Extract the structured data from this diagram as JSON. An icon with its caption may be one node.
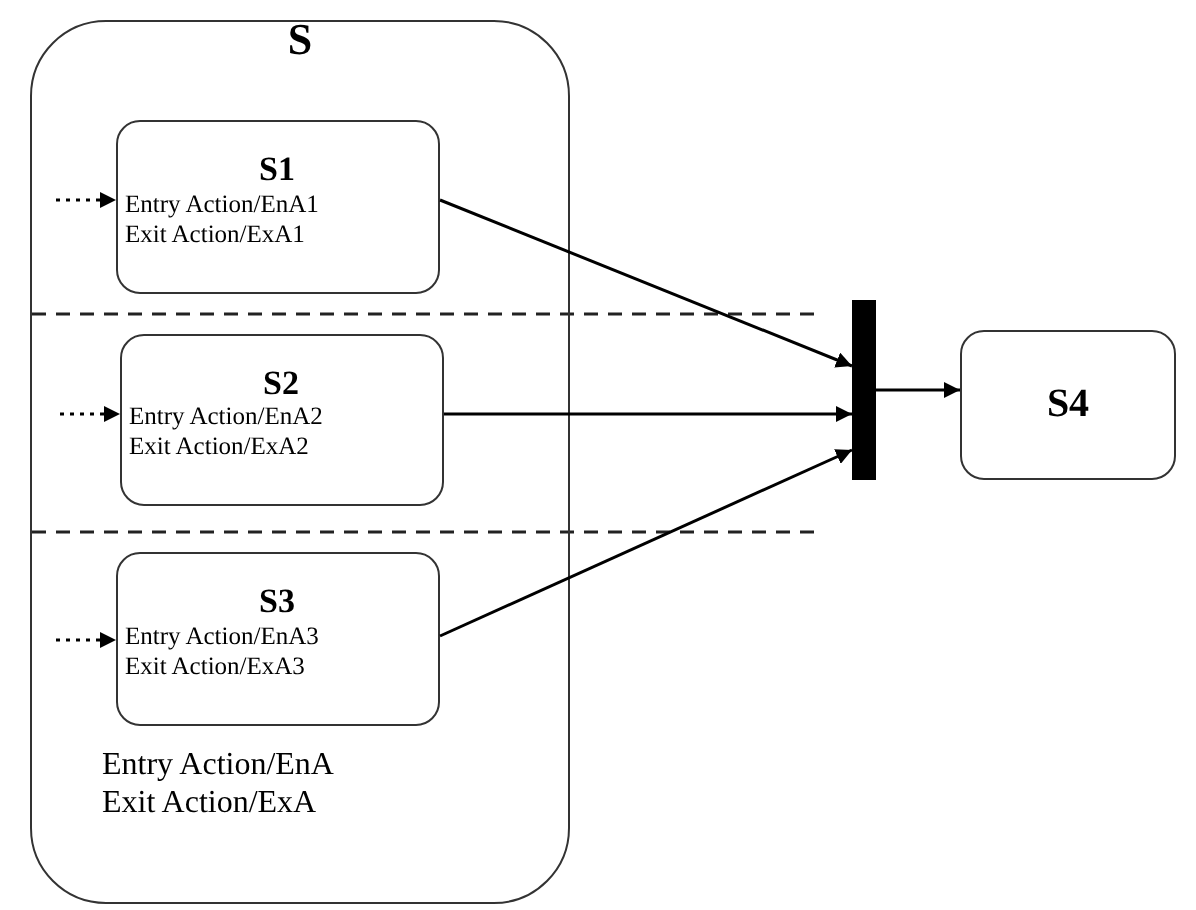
{
  "diagram": {
    "nodes": [
      {
        "text": [
          "S",
          "Entry Action/EnA",
          "Exit Action/ExA"
        ]
      },
      {
        "text": [
          "S1",
          "Entry Action/EnA1",
          "Exit Action/ExA1"
        ],
        "in": 0
      },
      {
        "text": [
          "S2",
          "Entry Action/EnA2",
          "Exit Action/ExA2"
        ],
        "in": 0
      },
      {
        "text": [
          "S3",
          "Entry Action/EnA3",
          "Exit Action/ExA3"
        ],
        "in": 0
      },
      {
        "text": [],
        "shape": "bar"
      },
      {
        "text": [
          "S4"
        ]
      }
    ],
    "edges": [
      {
        "from": null,
        "to": 1,
        "arrow": "to",
        "style": "dashed"
      },
      {
        "from": null,
        "to": 2,
        "arrow": "to",
        "style": "dashed"
      },
      {
        "from": null,
        "to": 3,
        "arrow": "to",
        "style": "dashed"
      },
      {
        "from": 1,
        "to": 4,
        "arrow": "to"
      },
      {
        "from": 2,
        "to": 4,
        "arrow": "to"
      },
      {
        "from": 3,
        "to": 4,
        "arrow": "to"
      },
      {
        "from": 4,
        "to": 5,
        "arrow": "to"
      }
    ]
  }
}
